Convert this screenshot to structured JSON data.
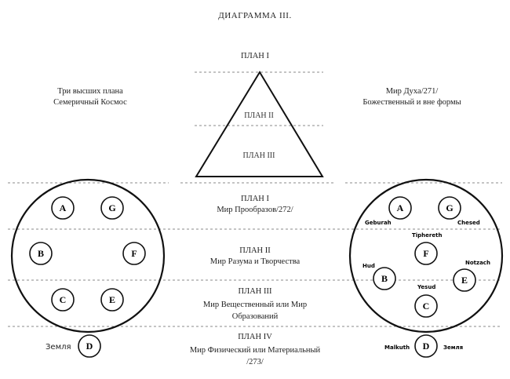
{
  "title": "ДИАГРАММА III.",
  "plans": {
    "top_plan1": "ПЛАН I",
    "tri_plan2": "ПЛАН II",
    "tri_plan3": "ПЛАН III",
    "mid_plan1_title": "ПЛАН I",
    "mid_plan1_sub": "Мир Прообразов/272/",
    "mid_plan2_title": "ПЛАН II",
    "mid_plan2_sub": "Мир Разума и Творчества",
    "mid_plan3_title": "ПЛАН III",
    "mid_plan3_sub1": "Мир Вещественный или Мир",
    "mid_plan3_sub2": "Образований",
    "mid_plan4_title": "ПЛАН IV",
    "mid_plan4_sub1": "Мир Физический или Материальный",
    "mid_plan4_sub2": "/273/"
  },
  "left_caption": {
    "line1": "Три высших плана",
    "line2": "Семеричный Космос"
  },
  "right_caption": {
    "line1": "Мир Духа/271/",
    "line2": "Божественный и вне формы"
  },
  "left_circle": {
    "nodes": [
      "A",
      "G",
      "B",
      "F",
      "C",
      "E"
    ],
    "earth_label": "Земля",
    "earth_node": "D"
  },
  "right_circle": {
    "nodes": [
      "A",
      "G",
      "F",
      "B",
      "E",
      "C"
    ],
    "names": {
      "geburah": "Geburah",
      "chesed": "Chesed",
      "tiphereth": "Tiphereth",
      "hud": "Hud",
      "notzach": "Notzach",
      "yesud": "Yesud"
    },
    "malkuth": "Malkuth",
    "earth_node": "D",
    "earth_label": "Земля"
  }
}
